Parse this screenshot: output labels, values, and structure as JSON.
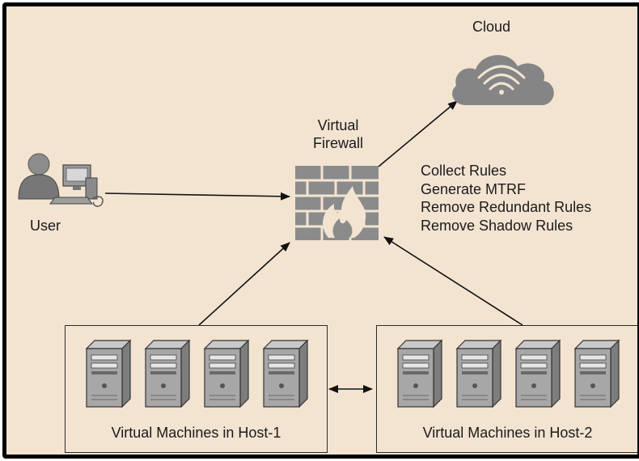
{
  "labels": {
    "cloud": "Cloud",
    "firewall_line1": "Virtual",
    "firewall_line2": "Firewall",
    "user": "User"
  },
  "firewall_steps": [
    "Collect Rules",
    "Generate MTRF",
    "Remove Redundant Rules",
    "Remove Shadow Rules"
  ],
  "hosts": [
    {
      "label": "Virtual Machines in Host-1",
      "vm_count": 4
    },
    {
      "label": "Virtual Machines in Host-2",
      "vm_count": 4
    }
  ],
  "colors": {
    "background": "#f3e4d2",
    "border": "#000000",
    "icon_gray": "#8a8a8a",
    "arrow": "#111111"
  },
  "icons": [
    "cloud-wifi-icon",
    "firewall-brick-icon",
    "user-computer-icon",
    "server-tower-icon"
  ]
}
